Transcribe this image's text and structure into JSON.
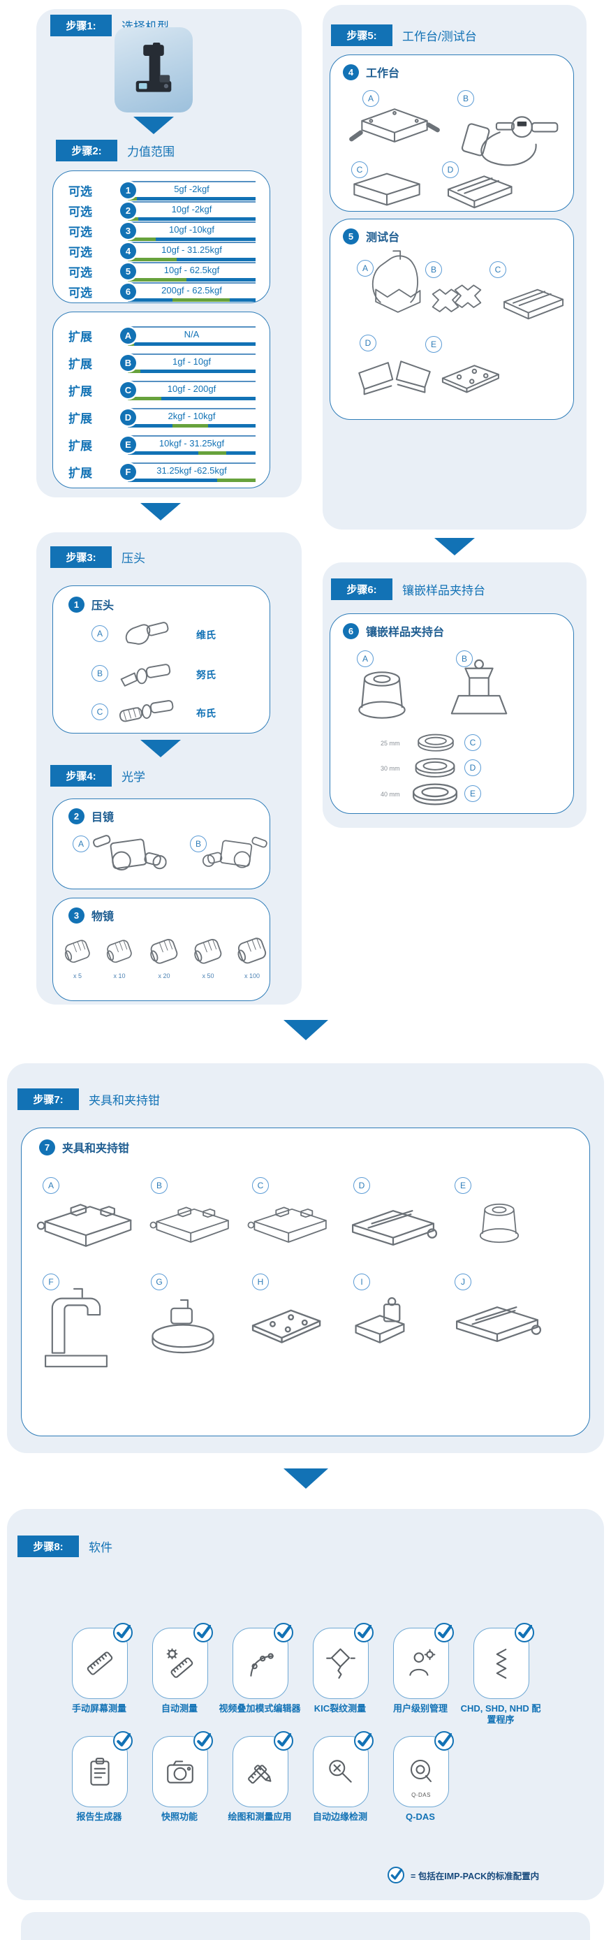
{
  "colors": {
    "accent": "#1272b5",
    "green": "#67a23c",
    "panel_bg": "#e9eff6"
  },
  "steps": {
    "step1": {
      "label": "步骤1:",
      "title": "选择机型"
    },
    "step2": {
      "label": "步骤2:",
      "title": "力值范围",
      "optional_label": "可选",
      "extended_label": "扩展",
      "optional": [
        {
          "num": "1",
          "range": "5gf -2kgf",
          "bar": [
            [
              "green",
              7
            ],
            [
              "blue",
              93
            ]
          ]
        },
        {
          "num": "2",
          "range": "10gf -2kgf",
          "bar": [
            [
              "green",
              8
            ],
            [
              "blue",
              92
            ]
          ]
        },
        {
          "num": "3",
          "range": "10gf -10kgf",
          "bar": [
            [
              "green",
              22
            ],
            [
              "blue",
              78
            ]
          ]
        },
        {
          "num": "4",
          "range": "10gf - 31.25kgf",
          "bar": [
            [
              "green",
              38
            ],
            [
              "blue",
              62
            ]
          ]
        },
        {
          "num": "5",
          "range": "10gf - 62.5kgf",
          "bar": [
            [
              "green",
              46
            ],
            [
              "blue",
              54
            ]
          ]
        },
        {
          "num": "6",
          "range": "200gf - 62.5kgf",
          "bar": [
            [
              "blue",
              35
            ],
            [
              "green",
              45
            ],
            [
              "blue",
              20
            ]
          ]
        }
      ],
      "extended": [
        {
          "num": "A",
          "range": "N/A",
          "bar": [
            [
              "green",
              5
            ],
            [
              "blue",
              95
            ]
          ]
        },
        {
          "num": "B",
          "range": "1gf - 10gf",
          "bar": [
            [
              "green",
              10
            ],
            [
              "blue",
              90
            ]
          ]
        },
        {
          "num": "C",
          "range": "10gf - 200gf",
          "bar": [
            [
              "green",
              26
            ],
            [
              "blue",
              74
            ]
          ]
        },
        {
          "num": "D",
          "range": "2kgf - 10kgf",
          "bar": [
            [
              "blue",
              35
            ],
            [
              "green",
              28
            ],
            [
              "blue",
              37
            ]
          ]
        },
        {
          "num": "E",
          "range": "10kgf - 31.25kgf",
          "bar": [
            [
              "blue",
              55
            ],
            [
              "green",
              22
            ],
            [
              "blue",
              23
            ]
          ]
        },
        {
          "num": "F",
          "range": "31.25kgf -62.5kgf",
          "bar": [
            [
              "blue",
              70
            ],
            [
              "green",
              30
            ]
          ]
        }
      ]
    },
    "step3": {
      "label": "步骤3:",
      "title": "压头",
      "section_num": "1",
      "section_title": "压头",
      "items": [
        {
          "id": "A",
          "name": "维氏"
        },
        {
          "id": "B",
          "name": "努氏"
        },
        {
          "id": "C",
          "name": "布氏"
        }
      ]
    },
    "step4": {
      "label": "步骤4:",
      "title": "光学",
      "eyepiece": {
        "num": "2",
        "title": "目镜",
        "item_ids": [
          "A",
          "B"
        ]
      },
      "objective": {
        "num": "3",
        "title": "物镜",
        "magnifications": [
          "x 5",
          "x 10",
          "x 20",
          "x 50",
          "x 100"
        ]
      }
    },
    "step5": {
      "label": "步骤5:",
      "title": "工作台/测试台",
      "worktable": {
        "num": "4",
        "title": "工作台",
        "item_ids": [
          "A",
          "B",
          "C",
          "D"
        ]
      },
      "teststand": {
        "num": "5",
        "title": "测试台",
        "item_ids": [
          "A",
          "B",
          "C",
          "D",
          "E"
        ]
      }
    },
    "step6": {
      "label": "步骤6:",
      "title": "镶嵌样品夹持台",
      "section_num": "6",
      "section_title": "镶嵌样品夹持台",
      "item_ids": [
        "A",
        "B"
      ],
      "rings": [
        {
          "id": "C",
          "size": "25 mm"
        },
        {
          "id": "D",
          "size": "30 mm"
        },
        {
          "id": "E",
          "size": "40 mm"
        }
      ]
    },
    "step7": {
      "label": "步骤7:",
      "title": "夹具和夹持钳",
      "section_num": "7",
      "section_title": "夹具和夹持钳",
      "item_ids": [
        "A",
        "B",
        "C",
        "D",
        "E",
        "F",
        "G",
        "H",
        "I",
        "J"
      ]
    },
    "step8": {
      "label": "步骤8:",
      "title": "软件",
      "modules": [
        {
          "name": "手动屏幕测量",
          "icon": "ruler-icon",
          "included": true
        },
        {
          "name": "自动测量",
          "icon": "auto-measure-icon",
          "included": true
        },
        {
          "name": "视频叠加模式编辑器",
          "icon": "overlay-editor-icon",
          "included": true
        },
        {
          "name": "KIC裂纹测量",
          "icon": "crack-measure-icon",
          "included": true
        },
        {
          "name": "用户级别管理",
          "icon": "user-management-icon",
          "included": true
        },
        {
          "name": "CHD, SHD, NHD 配置程序",
          "icon": "config-program-icon",
          "included": true
        },
        {
          "name": "报告生成器",
          "icon": "report-generator-icon",
          "included": true
        },
        {
          "name": "快照功能",
          "icon": "camera-icon",
          "included": true
        },
        {
          "name": "绘图和测量应用",
          "icon": "draw-measure-icon",
          "included": true
        },
        {
          "name": "自动边缘检测",
          "icon": "edge-detect-icon",
          "included": true
        },
        {
          "name": "Q-DAS",
          "icon": "qdas-icon",
          "included": true
        }
      ],
      "legend": "= 包括在IMP-PACK的标准配置内"
    }
  }
}
